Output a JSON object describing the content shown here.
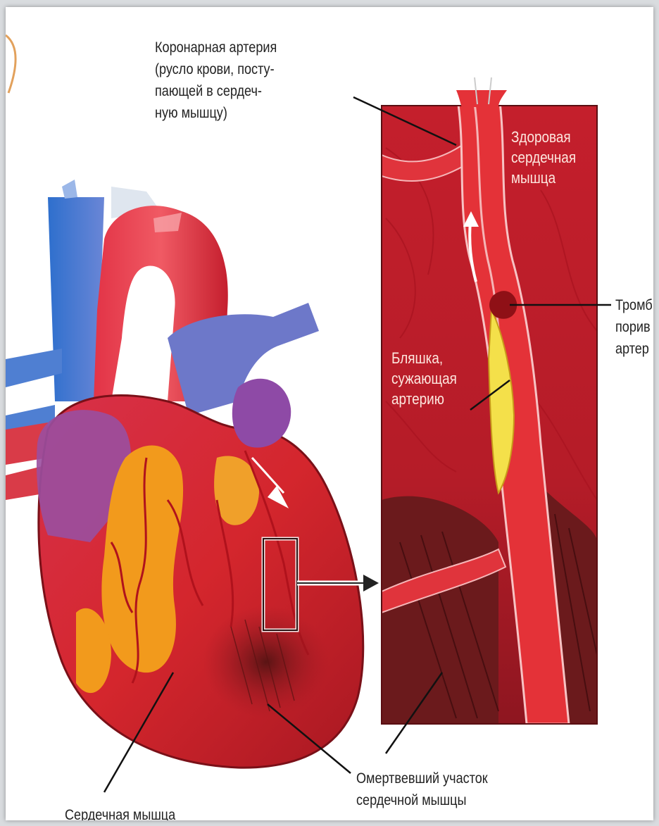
{
  "labels": {
    "coronary_artery": "Коронарная артерия\n(русло крови, посту-\nпающей в сердеч-\nную мышцу)",
    "healthy_muscle": "Здоровая\nсердечная\nмышца",
    "clot": "Тромб\nпорив\nартер",
    "plaque": "Бляшка,\nсужающая\nартерию",
    "dead_area": "Омертвевший участок\nсердечной мышцы",
    "heart_muscle": "Сердечная мышца"
  },
  "colors": {
    "background": "#ffffff",
    "muscle_red": "#c41f2c",
    "artery_red": "#e22a2f",
    "vein_blue": "#3f7fd0",
    "fat_orange": "#f29a1c",
    "plaque_yellow": "#f4e04a",
    "necrotic_dark": "#5e1a1a"
  }
}
